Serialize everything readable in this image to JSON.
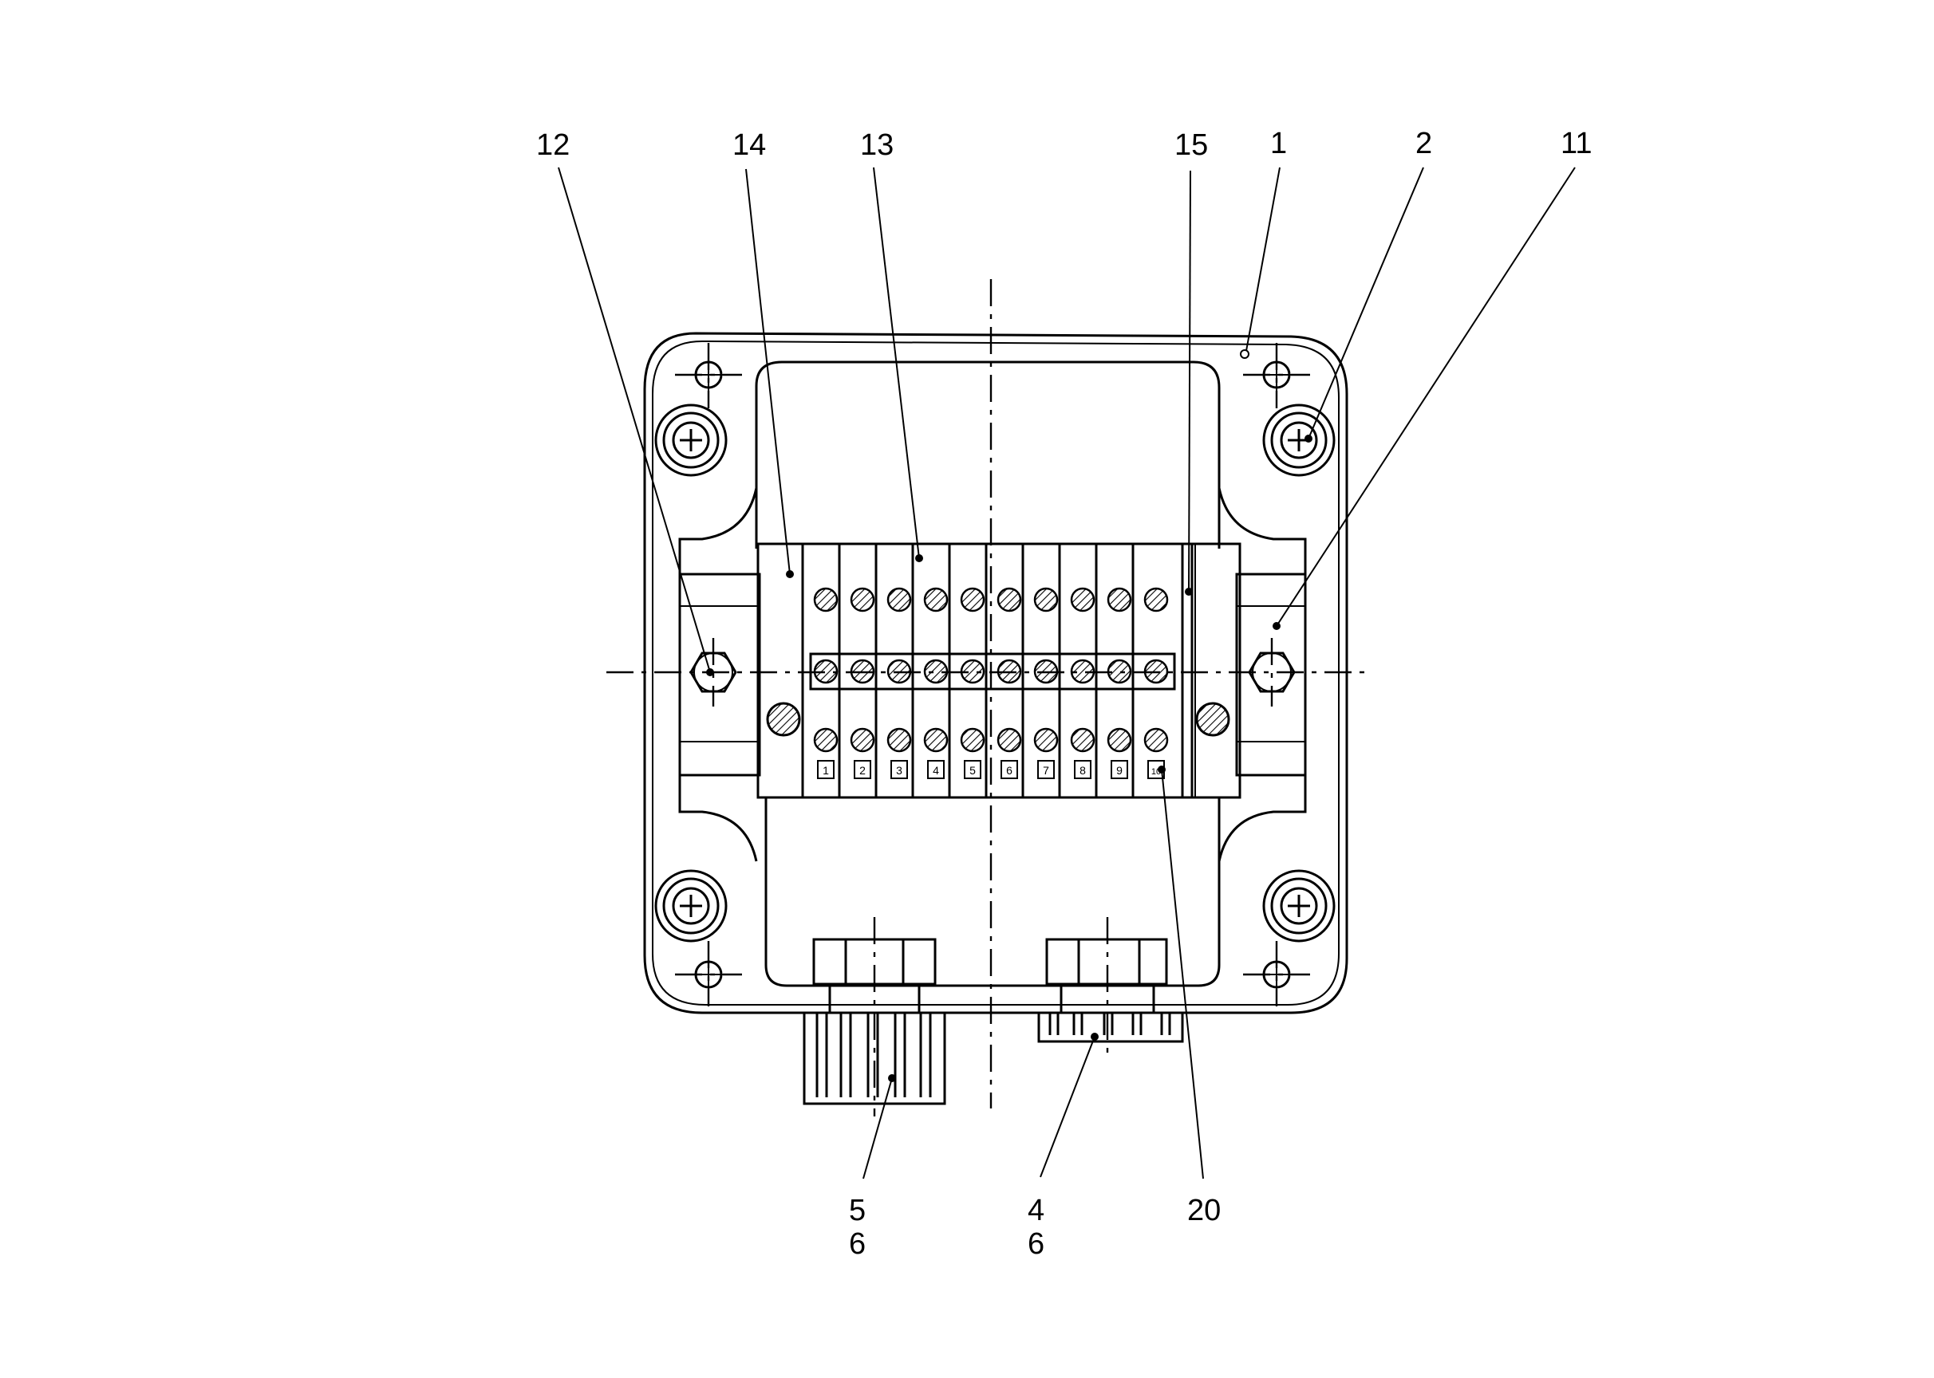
{
  "callouts": {
    "c12": "12",
    "c14": "14",
    "c13": "13",
    "c15": "15",
    "c1": "1",
    "c2": "2",
    "c11": "11",
    "c5": "5",
    "c6a": "6",
    "c4": "4",
    "c6b": "6",
    "c20": "20"
  },
  "terminals": [
    "1",
    "2",
    "3",
    "4",
    "5",
    "6",
    "7",
    "8",
    "9",
    "10"
  ]
}
